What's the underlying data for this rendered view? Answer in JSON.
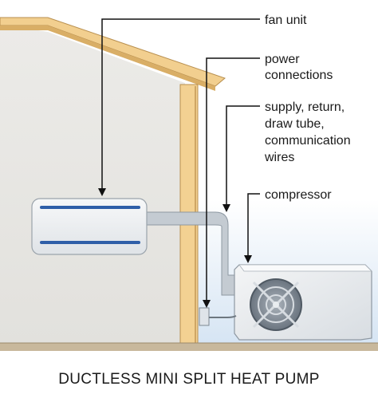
{
  "labels": {
    "fan_unit": "fan unit",
    "power_line1": "power",
    "power_line2": "connections",
    "supply_line1": "supply, return,",
    "supply_line2": "draw tube,",
    "supply_line3": "communication",
    "supply_line4": "wires",
    "compressor": "compressor"
  },
  "caption": "DUCTLESS MINI SPLIT HEAT PUMP",
  "colors": {
    "interior_wall": "#e6e5e1",
    "roof": "#f2cf8f",
    "wood_post": "#f3d192",
    "outside_sky": "#dce9f5",
    "ground": "#c8b89c",
    "unit_body": "#eef0f2",
    "unit_stripe": "#2f5fa8",
    "conduit": "#c4cbd2",
    "leader_line": "#111111"
  }
}
